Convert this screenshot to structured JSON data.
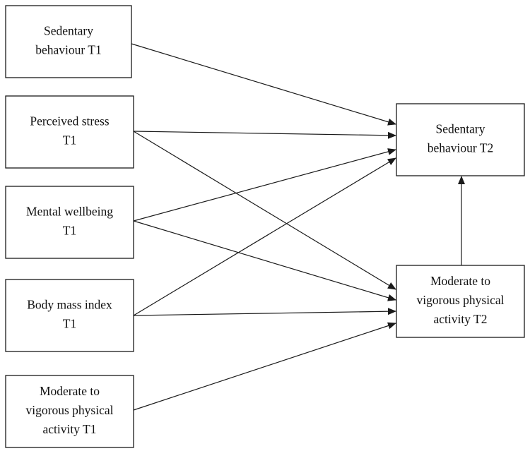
{
  "diagram": {
    "nodes": {
      "sb_t1": {
        "lines": [
          "Sedentary",
          "behaviour T1"
        ]
      },
      "ps_t1": {
        "lines": [
          "Perceived stress",
          "T1"
        ]
      },
      "mw_t1": {
        "lines": [
          "Mental wellbeing",
          "T1"
        ]
      },
      "bmi_t1": {
        "lines": [
          "Body mass index",
          "T1"
        ]
      },
      "mvpa_t1": {
        "lines": [
          "Moderate to",
          "vigorous physical",
          "activity T1"
        ]
      },
      "sb_t2": {
        "lines": [
          "Sedentary",
          "behaviour T2"
        ]
      },
      "mvpa_t2": {
        "lines": [
          "Moderate to",
          "vigorous physical",
          "activity T2"
        ]
      }
    },
    "edges": [
      {
        "from": "sb_t1",
        "to": "sb_t2"
      },
      {
        "from": "ps_t1",
        "to": "sb_t2"
      },
      {
        "from": "ps_t1",
        "to": "mvpa_t2"
      },
      {
        "from": "mw_t1",
        "to": "sb_t2"
      },
      {
        "from": "mw_t1",
        "to": "mvpa_t2"
      },
      {
        "from": "bmi_t1",
        "to": "sb_t2"
      },
      {
        "from": "bmi_t1",
        "to": "mvpa_t2"
      },
      {
        "from": "mvpa_t1",
        "to": "mvpa_t2"
      },
      {
        "from": "mvpa_t2",
        "to": "sb_t2"
      }
    ]
  }
}
